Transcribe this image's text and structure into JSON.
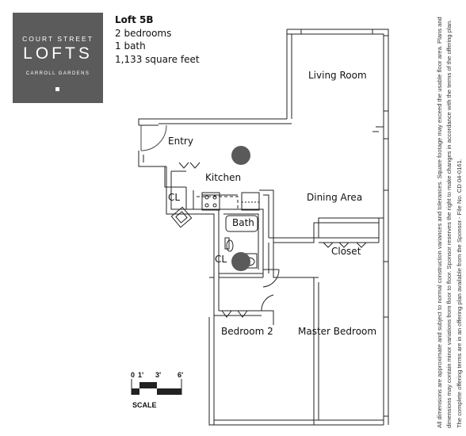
{
  "logo": {
    "line1": "COURT STREET",
    "line2": "LOFTS",
    "line3": "CARROLL GARDENS"
  },
  "unit": {
    "name": "Loft 5B",
    "bedrooms": "2 bedrooms",
    "baths": "1 bath",
    "area": "1,133 square feet"
  },
  "rooms": {
    "living": "Living Room",
    "entry": "Entry",
    "kitchen": "Kitchen",
    "dining": "Dining Area",
    "bath": "Bath",
    "closet": "Closet",
    "cl_entry": "CL",
    "cl_bed": "CL",
    "bedroom2": "Bedroom 2",
    "master": "Master Bedroom"
  },
  "scale": {
    "ticks": [
      "0",
      "1'",
      "3'",
      "6'"
    ],
    "label": "SCALE"
  },
  "disclaimer": "All dimensions are approximate and subject to normal construction variances and tolerances. Square footage may exceed the usable floor area. Plans and dimensions may contain minor variations from floor to floor. Sponsor reserves the right to make changes in accordance with the terms of the offering plan.  The complete offering terms are in an offering plan available from the Sponsor.- File No. CD 04-0161."
}
